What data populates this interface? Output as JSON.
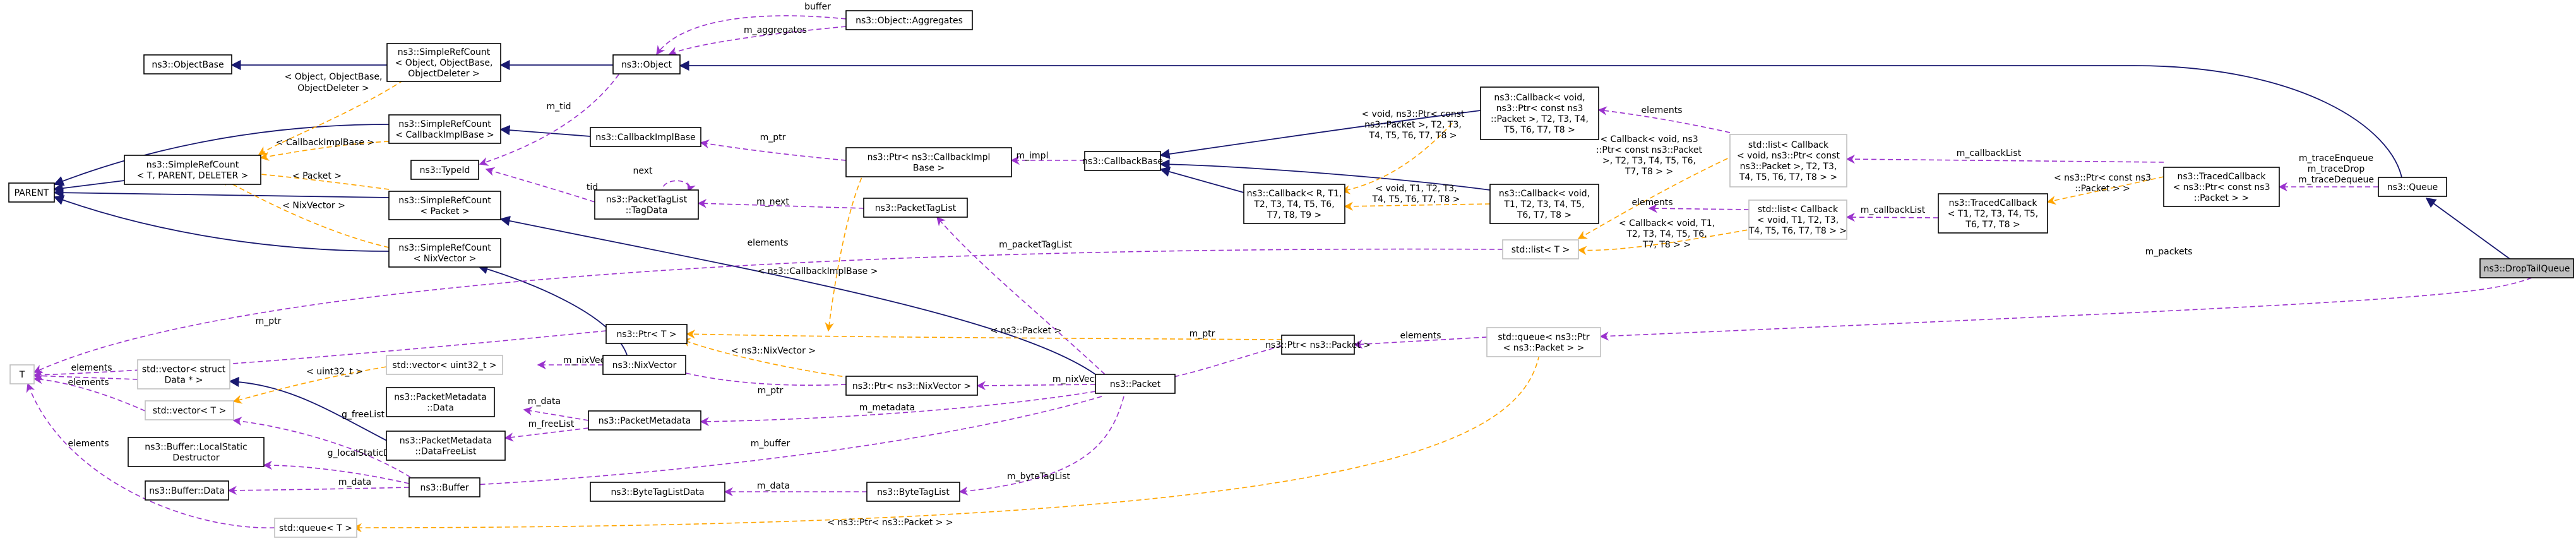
{
  "diagram": {
    "kind": "doxygen-collaboration-graph",
    "colors": {
      "inheritance": "#191970",
      "member": "#9a32cd",
      "template": "#ffa500",
      "focus_fill": "#bfbfbf",
      "template_border": "#bfbfbf"
    },
    "nodes": [
      {
        "id": "objectbase",
        "lines": [
          "ns3::ObjectBase"
        ]
      },
      {
        "id": "srcobj",
        "lines": [
          "ns3::SimpleRefCount",
          "< Object, ObjectBase,",
          "ObjectDeleter >"
        ]
      },
      {
        "id": "object",
        "lines": [
          "ns3::Object"
        ]
      },
      {
        "id": "aggregates",
        "lines": [
          "ns3::Object::Aggregates"
        ]
      },
      {
        "id": "parent",
        "lines": [
          "PARENT"
        ]
      },
      {
        "id": "srcgeneric",
        "lines": [
          "ns3::SimpleRefCount",
          "< T, PARENT, DELETER >"
        ]
      },
      {
        "id": "srccbib",
        "lines": [
          "ns3::SimpleRefCount",
          "< CallbackImplBase >"
        ]
      },
      {
        "id": "cbimplbase",
        "lines": [
          "ns3::CallbackImplBase"
        ]
      },
      {
        "id": "typeid",
        "lines": [
          "ns3::TypeId"
        ]
      },
      {
        "id": "tagdata",
        "lines": [
          "ns3::PacketTagList",
          "::TagData"
        ]
      },
      {
        "id": "srcpacket",
        "lines": [
          "ns3::SimpleRefCount",
          "< Packet >"
        ]
      },
      {
        "id": "srcnix",
        "lines": [
          "ns3::SimpleRefCount",
          "< NixVector >"
        ]
      },
      {
        "id": "ptrcbib",
        "lines": [
          "ns3::Ptr< ns3::CallbackImpl",
          "Base >"
        ]
      },
      {
        "id": "packettaglist",
        "lines": [
          "ns3::PacketTagList"
        ]
      },
      {
        "id": "callbackbase",
        "lines": [
          "ns3::CallbackBase"
        ]
      },
      {
        "id": "cbvoidptr",
        "lines": [
          "ns3::Callback< void,",
          "ns3::Ptr< const ns3",
          "::Packet >, T2, T3, T4,",
          "T5, T6, T7, T8 >"
        ]
      },
      {
        "id": "cbR",
        "lines": [
          "ns3::Callback< R, T1,",
          "T2, T3, T4, T5, T6,",
          "T7, T8, T9 >"
        ]
      },
      {
        "id": "cbvoidT1",
        "lines": [
          "ns3::Callback< void,",
          "T1, T2, T3, T4, T5,",
          "T6, T7, T8 >"
        ]
      },
      {
        "id": "listcbptr",
        "lines": [
          "std::list< Callback",
          "< void, ns3::Ptr< const",
          "ns3::Packet >, T2, T3,",
          "T4, T5, T6, T7, T8 > >"
        ]
      },
      {
        "id": "listcbT1",
        "lines": [
          "std::list< Callback",
          "< void, T1, T2, T3,",
          "T4, T5, T6, T7, T8 > >"
        ]
      },
      {
        "id": "listT",
        "lines": [
          "std::list< T >"
        ]
      },
      {
        "id": "tracedptr",
        "lines": [
          "ns3::TracedCallback",
          "< ns3::Ptr< const ns3",
          "::Packet > >"
        ]
      },
      {
        "id": "tracedT1",
        "lines": [
          "ns3::TracedCallback",
          "< T1, T2, T3, T4, T5,",
          "T6, T7, T8 >"
        ]
      },
      {
        "id": "queue",
        "lines": [
          "ns3::Queue"
        ]
      },
      {
        "id": "droptail",
        "lines": [
          "ns3::DropTailQueue"
        ]
      },
      {
        "id": "T",
        "lines": [
          "T"
        ]
      },
      {
        "id": "vecstruct",
        "lines": [
          "std::vector< struct",
          "Data * >"
        ]
      },
      {
        "id": "vecT",
        "lines": [
          "std::vector< T >"
        ]
      },
      {
        "id": "staticdestr",
        "lines": [
          "ns3::Buffer::LocalStatic",
          "Destructor"
        ]
      },
      {
        "id": "bufdata",
        "lines": [
          "ns3::Buffer::Data"
        ]
      },
      {
        "id": "ptrT",
        "lines": [
          "ns3::Ptr< T >"
        ]
      },
      {
        "id": "vecuint32",
        "lines": [
          "std::vector< uint32_t >"
        ]
      },
      {
        "id": "nixvector",
        "lines": [
          "ns3::NixVector"
        ]
      },
      {
        "id": "pmdata",
        "lines": [
          "ns3::PacketMetadata",
          "::Data"
        ]
      },
      {
        "id": "pmdfl",
        "lines": [
          "ns3::PacketMetadata",
          "::DataFreeList"
        ]
      },
      {
        "id": "packetmetadata",
        "lines": [
          "ns3::PacketMetadata"
        ]
      },
      {
        "id": "buffer",
        "lines": [
          "ns3::Buffer"
        ]
      },
      {
        "id": "btldata",
        "lines": [
          "ns3::ByteTagListData"
        ]
      },
      {
        "id": "bytetaglist",
        "lines": [
          "ns3::ByteTagList"
        ]
      },
      {
        "id": "ptrnix",
        "lines": [
          "ns3::Ptr< ns3::NixVector >"
        ]
      },
      {
        "id": "ptrpacket",
        "lines": [
          "ns3::Ptr< ns3::Packet >"
        ]
      },
      {
        "id": "packet",
        "lines": [
          "ns3::Packet"
        ]
      },
      {
        "id": "queueptr",
        "lines": [
          "std::queue< ns3::Ptr",
          "< ns3::Packet > >"
        ]
      },
      {
        "id": "queueT",
        "lines": [
          "std::queue< T >"
        ]
      }
    ],
    "edge_labels": [
      "buffer",
      "m_aggregates",
      "m_tid",
      "< Object, ObjectBase,",
      "ObjectDeleter >",
      "< CallbackImplBase >",
      "< Packet >",
      "< NixVector >",
      "next",
      "tid",
      "m_next",
      "m_ptr",
      "m_impl",
      "< void, ns3::Ptr< const",
      "ns3::Packet >, T2, T3,",
      "T4, T5, T6, T7, T8 >",
      "elements",
      "< void, T1, T2, T3,",
      "T4, T5, T6, T7, T8 >",
      "< Callback< void, ns3",
      "::Ptr< const ns3::Packet",
      ">, T2, T3, T4, T5, T6,",
      "T7, T8 > >",
      "< Callback< void, T1,",
      "T2, T3, T4, T5, T6,",
      "T7, T8 > >",
      "m_callbackList",
      "< ns3::Ptr< const ns3",
      "::Packet > >",
      "m_traceEnqueue",
      "m_traceDrop",
      "m_traceDequeue",
      "m_packetTagList",
      "< ns3::CallbackImplBase >",
      "m_packets",
      "< ns3::Packet >",
      "< ns3::NixVector >",
      "m_nixVector",
      "m_metadata",
      "m_buffer",
      "m_byteTagList",
      "m_data",
      "m_freeList",
      "g_freeList",
      "g_localStaticDestructor",
      "< uint32_t >",
      "< ns3::Ptr< ns3::Packet > >"
    ]
  }
}
